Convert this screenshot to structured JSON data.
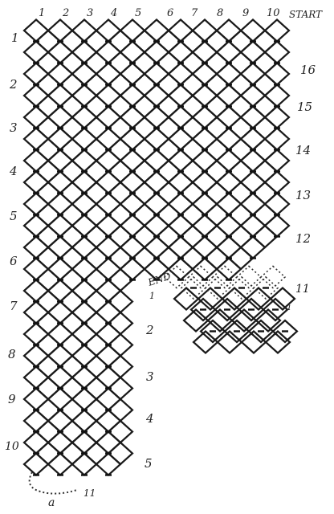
{
  "column_numbers": [
    "1",
    "2",
    "3",
    "4",
    "5",
    "6",
    "7",
    "8",
    "9",
    "10"
  ],
  "start_label": "START",
  "left_row_numbers": [
    "1",
    "2",
    "3",
    "4",
    "5",
    "6",
    "7",
    "8",
    "9",
    "10"
  ],
  "right_row_numbers_upper": [
    "16",
    "15",
    "14",
    "13",
    "12",
    "11"
  ],
  "right_row_numbers_lower": [
    "2",
    "3",
    "4",
    "5"
  ],
  "end_label": "END",
  "end_marker": "1",
  "loop_marker": "a",
  "loop_marker_bottom": "a",
  "loop_count_bottom": "11"
}
